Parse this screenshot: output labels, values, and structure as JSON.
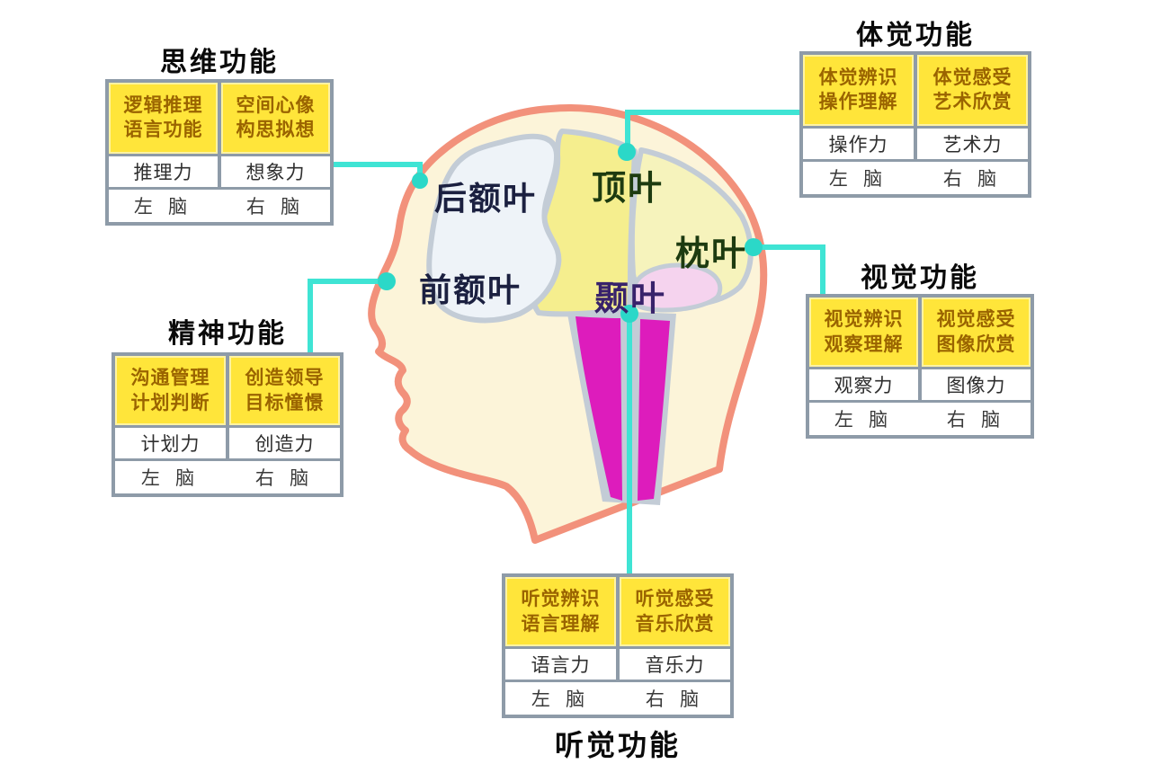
{
  "brain_labels": {
    "rear_frontal": "后额叶",
    "prefrontal": "前额叶",
    "parietal": "顶叶",
    "temporal": "颞叶",
    "occipital": "枕叶"
  },
  "tables": {
    "thinking": {
      "title": "思维功能",
      "left_function": {
        "line1": "逻辑推理",
        "line2": "语言功能"
      },
      "right_function": {
        "line1": "空间心像",
        "line2": "构思拟想"
      },
      "left_ability": "推理力",
      "right_ability": "想象力",
      "left_brain": "左 脑",
      "right_brain": "右 脑"
    },
    "spirit": {
      "title": "精神功能",
      "left_function": {
        "line1": "沟通管理",
        "line2": "计划判断"
      },
      "right_function": {
        "line1": "创造领导",
        "line2": "目标憧憬"
      },
      "left_ability": "计划力",
      "right_ability": "创造力",
      "left_brain": "左 脑",
      "right_brain": "右 脑"
    },
    "somatic": {
      "title": "体觉功能",
      "left_function": {
        "line1": "体觉辨识",
        "line2": "操作理解"
      },
      "right_function": {
        "line1": "体觉感受",
        "line2": "艺术欣赏"
      },
      "left_ability": "操作力",
      "right_ability": "艺术力",
      "left_brain": "左 脑",
      "right_brain": "右 脑"
    },
    "visual": {
      "title": "视觉功能",
      "left_function": {
        "line1": "视觉辨识",
        "line2": "观察理解"
      },
      "right_function": {
        "line1": "视觉感受",
        "line2": "图像欣赏"
      },
      "left_ability": "观察力",
      "right_ability": "图像力",
      "left_brain": "左 脑",
      "right_brain": "右 脑"
    },
    "auditory": {
      "title": "听觉功能",
      "left_function": {
        "line1": "听觉辨识",
        "line2": "语言理解"
      },
      "right_function": {
        "line1": "听觉感受",
        "line2": "音乐欣赏"
      },
      "left_ability": "语言力",
      "right_ability": "音乐力",
      "left_brain": "左 脑",
      "right_brain": "右 脑"
    }
  },
  "colors": {
    "connector_teal": "#3FE4D4",
    "cell_yellow": "#FFE53A",
    "cell_text_brown": "#9A6400",
    "table_border_gray": "#8E9BA8",
    "head_outline_salmon": "#F2917B",
    "skin_cream": "#FCF4D9",
    "frontal_region": "#EEF3F8",
    "parietal_region": "#F5EE8E",
    "occipital_region": "#F6F3BC",
    "cerebellum_pink": "#F5D3EE",
    "brainstem_magenta": "#DD1CBC",
    "region_border_gray": "#C3CCD6"
  }
}
